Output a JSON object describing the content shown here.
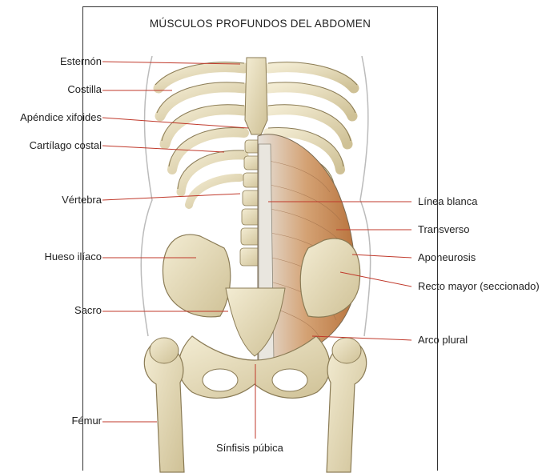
{
  "title": "MÚSCULOS PROFUNDOS DEL ABDOMEN",
  "labels_left": {
    "esternon": "Esternón",
    "costilla": "Costilla",
    "apendice": "Apéndice xifoides",
    "cartilago": "Cartílago costal",
    "vertebra": "Vértebra",
    "hueso": "Hueso ilíaco",
    "sacro": "Sacro",
    "femur": "Fémur"
  },
  "labels_right": {
    "linea": "Línea blanca",
    "transverso": "Transverso",
    "aponeurosis": "Aponeurosis",
    "recto": "Recto mayor (seccionado)",
    "arco": "Arco plural"
  },
  "labels_bottom": {
    "sinfisis": "Sínfisis púbica"
  },
  "colors": {
    "leader": "#c0392b",
    "bone": "#e8dfc0",
    "bone_shadow": "#b9ab7e",
    "muscle": "#c9905a",
    "fascia": "#d9d6d0"
  }
}
